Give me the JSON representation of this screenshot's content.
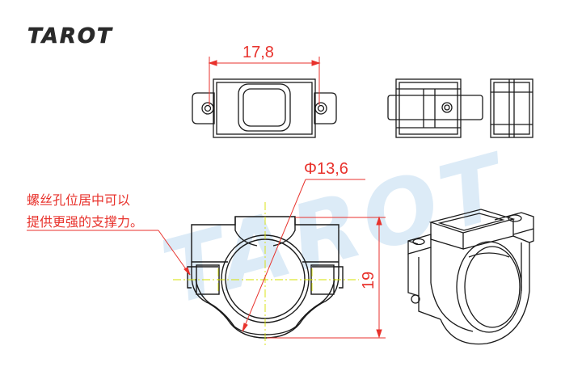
{
  "brand": {
    "logo_text": "TAROT",
    "watermark_text": "TAROT"
  },
  "dimensions": {
    "width_label": "17,8",
    "diameter_label": "Φ13,6",
    "height_label": "19"
  },
  "annotation": {
    "line1": "螺丝孔位居中可以",
    "line2": "提供更强的支撑力。"
  },
  "colors": {
    "dimension": "#e8322c",
    "centerline": "#d6e000",
    "outline": "#1a1a1a",
    "watermark": "#dcebf7",
    "logo": "#2a2a2a"
  }
}
